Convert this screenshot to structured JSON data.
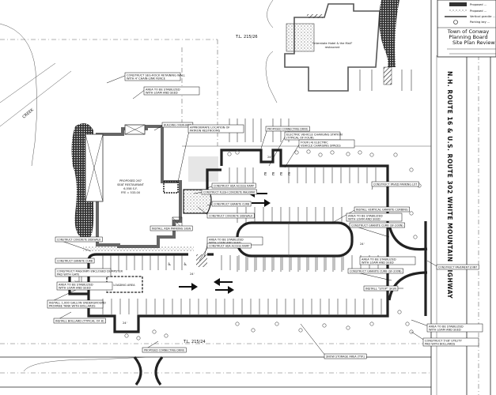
{
  "title_block": {
    "legend": [
      "Proposed ...",
      "Proposed ...",
      "Vertical granite ...",
      "Parking key ..."
    ],
    "town": "Town of Conway",
    "board": "Planning Board",
    "review": "Site Plan Review Appr..."
  },
  "road_label": "N.H. ROUTE 16 & U.S. ROUTE 302 WHITE MOUNTAIN HIGHWAY",
  "lot_lines": {
    "north": "T.L. 215/26",
    "south": "T.L. 215/24"
  },
  "creek_label": "CREEK",
  "building": {
    "label": [
      "PROPOSED 267",
      "SEAT RESTAURANT",
      "6,558 S.F.",
      "FFE = 533.00"
    ]
  },
  "neighbor_building": {
    "label": [
      "\"Interstate Hotel & the Mall\"",
      "restaurant"
    ]
  },
  "loading_area": "LOADING AREA",
  "callouts": [
    "CONSTRUCT SEG-ROCK RETAINING WALL WITH 4' CHAIN-LINK FENCE",
    "AREA TO BE STABILIZED WITH LOAM AND SEED",
    "BUILDING OVERHANG",
    "APPROXIMATE LOCATION OF PATRON RESTROOMS",
    "PROPOSED CONNECTING DRIVE",
    "ELECTRIC VEHICLE CHARGING STATION (TYPICAL OF FOUR)",
    "FOUR (4) ELECTRIC VEHICLE CHARGING SPACES",
    "CONSTRUCT PAVED PARKING LOT",
    "INSTALL VERTICAL GRANITE CURBING",
    "AREA TO BE STABILIZED WITH LOAM AND SEED",
    "CONSTRUCT GRANITE CURB (SF-200N)",
    "AREA TO BE STABILIZED WITH LOAM AND SEED",
    "CONSTRUCT GRANITE CURB (SF-200N)",
    "INSTALL \"STOP\" SIGN",
    "CONSTRUCT PAVEMENT JOINT",
    "AREA TO BE STABILIZED WITH LOAM AND SEED",
    "CONSTRUCT 5'x6' UTILITY PAD WITH BOLLARDS",
    "SNOW STORAGE AREA (TYP.)",
    "PROPOSED CONNECTING DRIVE",
    "INSTALL BOLLARD (TYPICAL OF 8)",
    "INSTALL 1,000 GALLON UNDERGROUND PROPANE TANK WITH BOLLARDS",
    "AREA TO BE STABILIZED WITH LOAM AND SEED",
    "CONSTRUCT MASONRY ENCLOSED DUMPSTER PAD WITH GATE",
    "CONSTRUCT GRANITE CURB",
    "CONSTRUCT CONCRETE SIDEWALK",
    "INSTALL ADA PARKING SIGN",
    "AREA TO BE STABILIZED WITH LOAM AND SEED",
    "CONSTRUCT ADA ACCESS RAMP",
    "CONSTRUCT CONCRETE SIDEWALK",
    "CONSTRUCT FLUSH CONCRETE WALKWAY",
    "CONSTRUCT GRANITE CURB",
    "CONSTRUCT ADA ACCESS RAMP"
  ],
  "dimensions": [
    "24'",
    "24'",
    "24'",
    "24'",
    "24'"
  ],
  "ev_marks": [
    "E",
    "E",
    "E",
    "E"
  ],
  "colors": {
    "linework": "#222222",
    "hatch": "#444444",
    "background": "#ffffff"
  }
}
